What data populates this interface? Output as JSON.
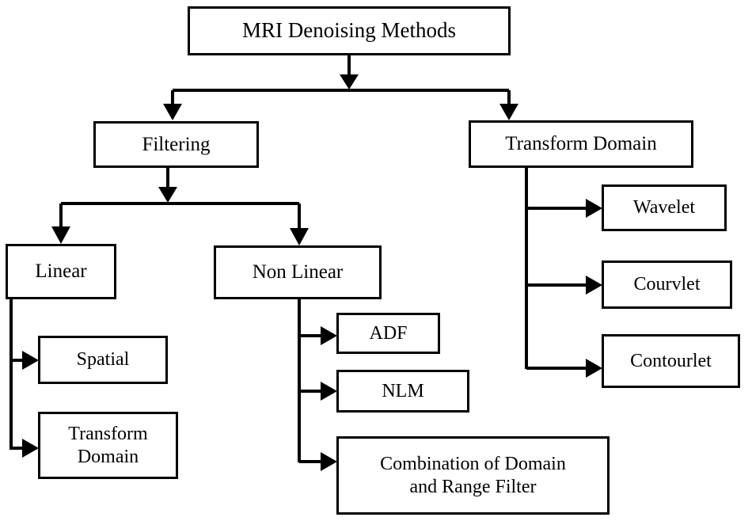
{
  "diagram": {
    "title": "MRI Denoising Methods",
    "type": "hierarchy-tree-flowchart",
    "colors": {
      "background": "#ffffff",
      "box_border": "#000000",
      "box_fill": "#ffffff",
      "connector": "#000000",
      "text": "#000000"
    },
    "nodes": {
      "root": {
        "label": "MRI Denoising Methods"
      },
      "filtering": {
        "label": "Filtering"
      },
      "transform_domain": {
        "label": "Transform Domain"
      },
      "linear": {
        "label": "Linear"
      },
      "non_linear": {
        "label": "Non Linear"
      },
      "spatial": {
        "label": "Spatial"
      },
      "transform_domain_linear": {
        "label": "Transform\nDomain"
      },
      "adf": {
        "label": "ADF"
      },
      "nlm": {
        "label": "NLM"
      },
      "combination": {
        "label": "Combination of Domain\nand Range Filter"
      },
      "wavelet": {
        "label": "Wavelet"
      },
      "courvlet": {
        "label": "Courvlet"
      },
      "contourlet": {
        "label": "Contourlet"
      }
    },
    "edges": [
      {
        "from": "root",
        "to": "filtering"
      },
      {
        "from": "root",
        "to": "transform_domain"
      },
      {
        "from": "filtering",
        "to": "linear"
      },
      {
        "from": "filtering",
        "to": "non_linear"
      },
      {
        "from": "linear",
        "to": "spatial"
      },
      {
        "from": "linear",
        "to": "transform_domain_linear"
      },
      {
        "from": "non_linear",
        "to": "adf"
      },
      {
        "from": "non_linear",
        "to": "nlm"
      },
      {
        "from": "non_linear",
        "to": "combination"
      },
      {
        "from": "transform_domain",
        "to": "wavelet"
      },
      {
        "from": "transform_domain",
        "to": "courvlet"
      },
      {
        "from": "transform_domain",
        "to": "contourlet"
      }
    ]
  }
}
